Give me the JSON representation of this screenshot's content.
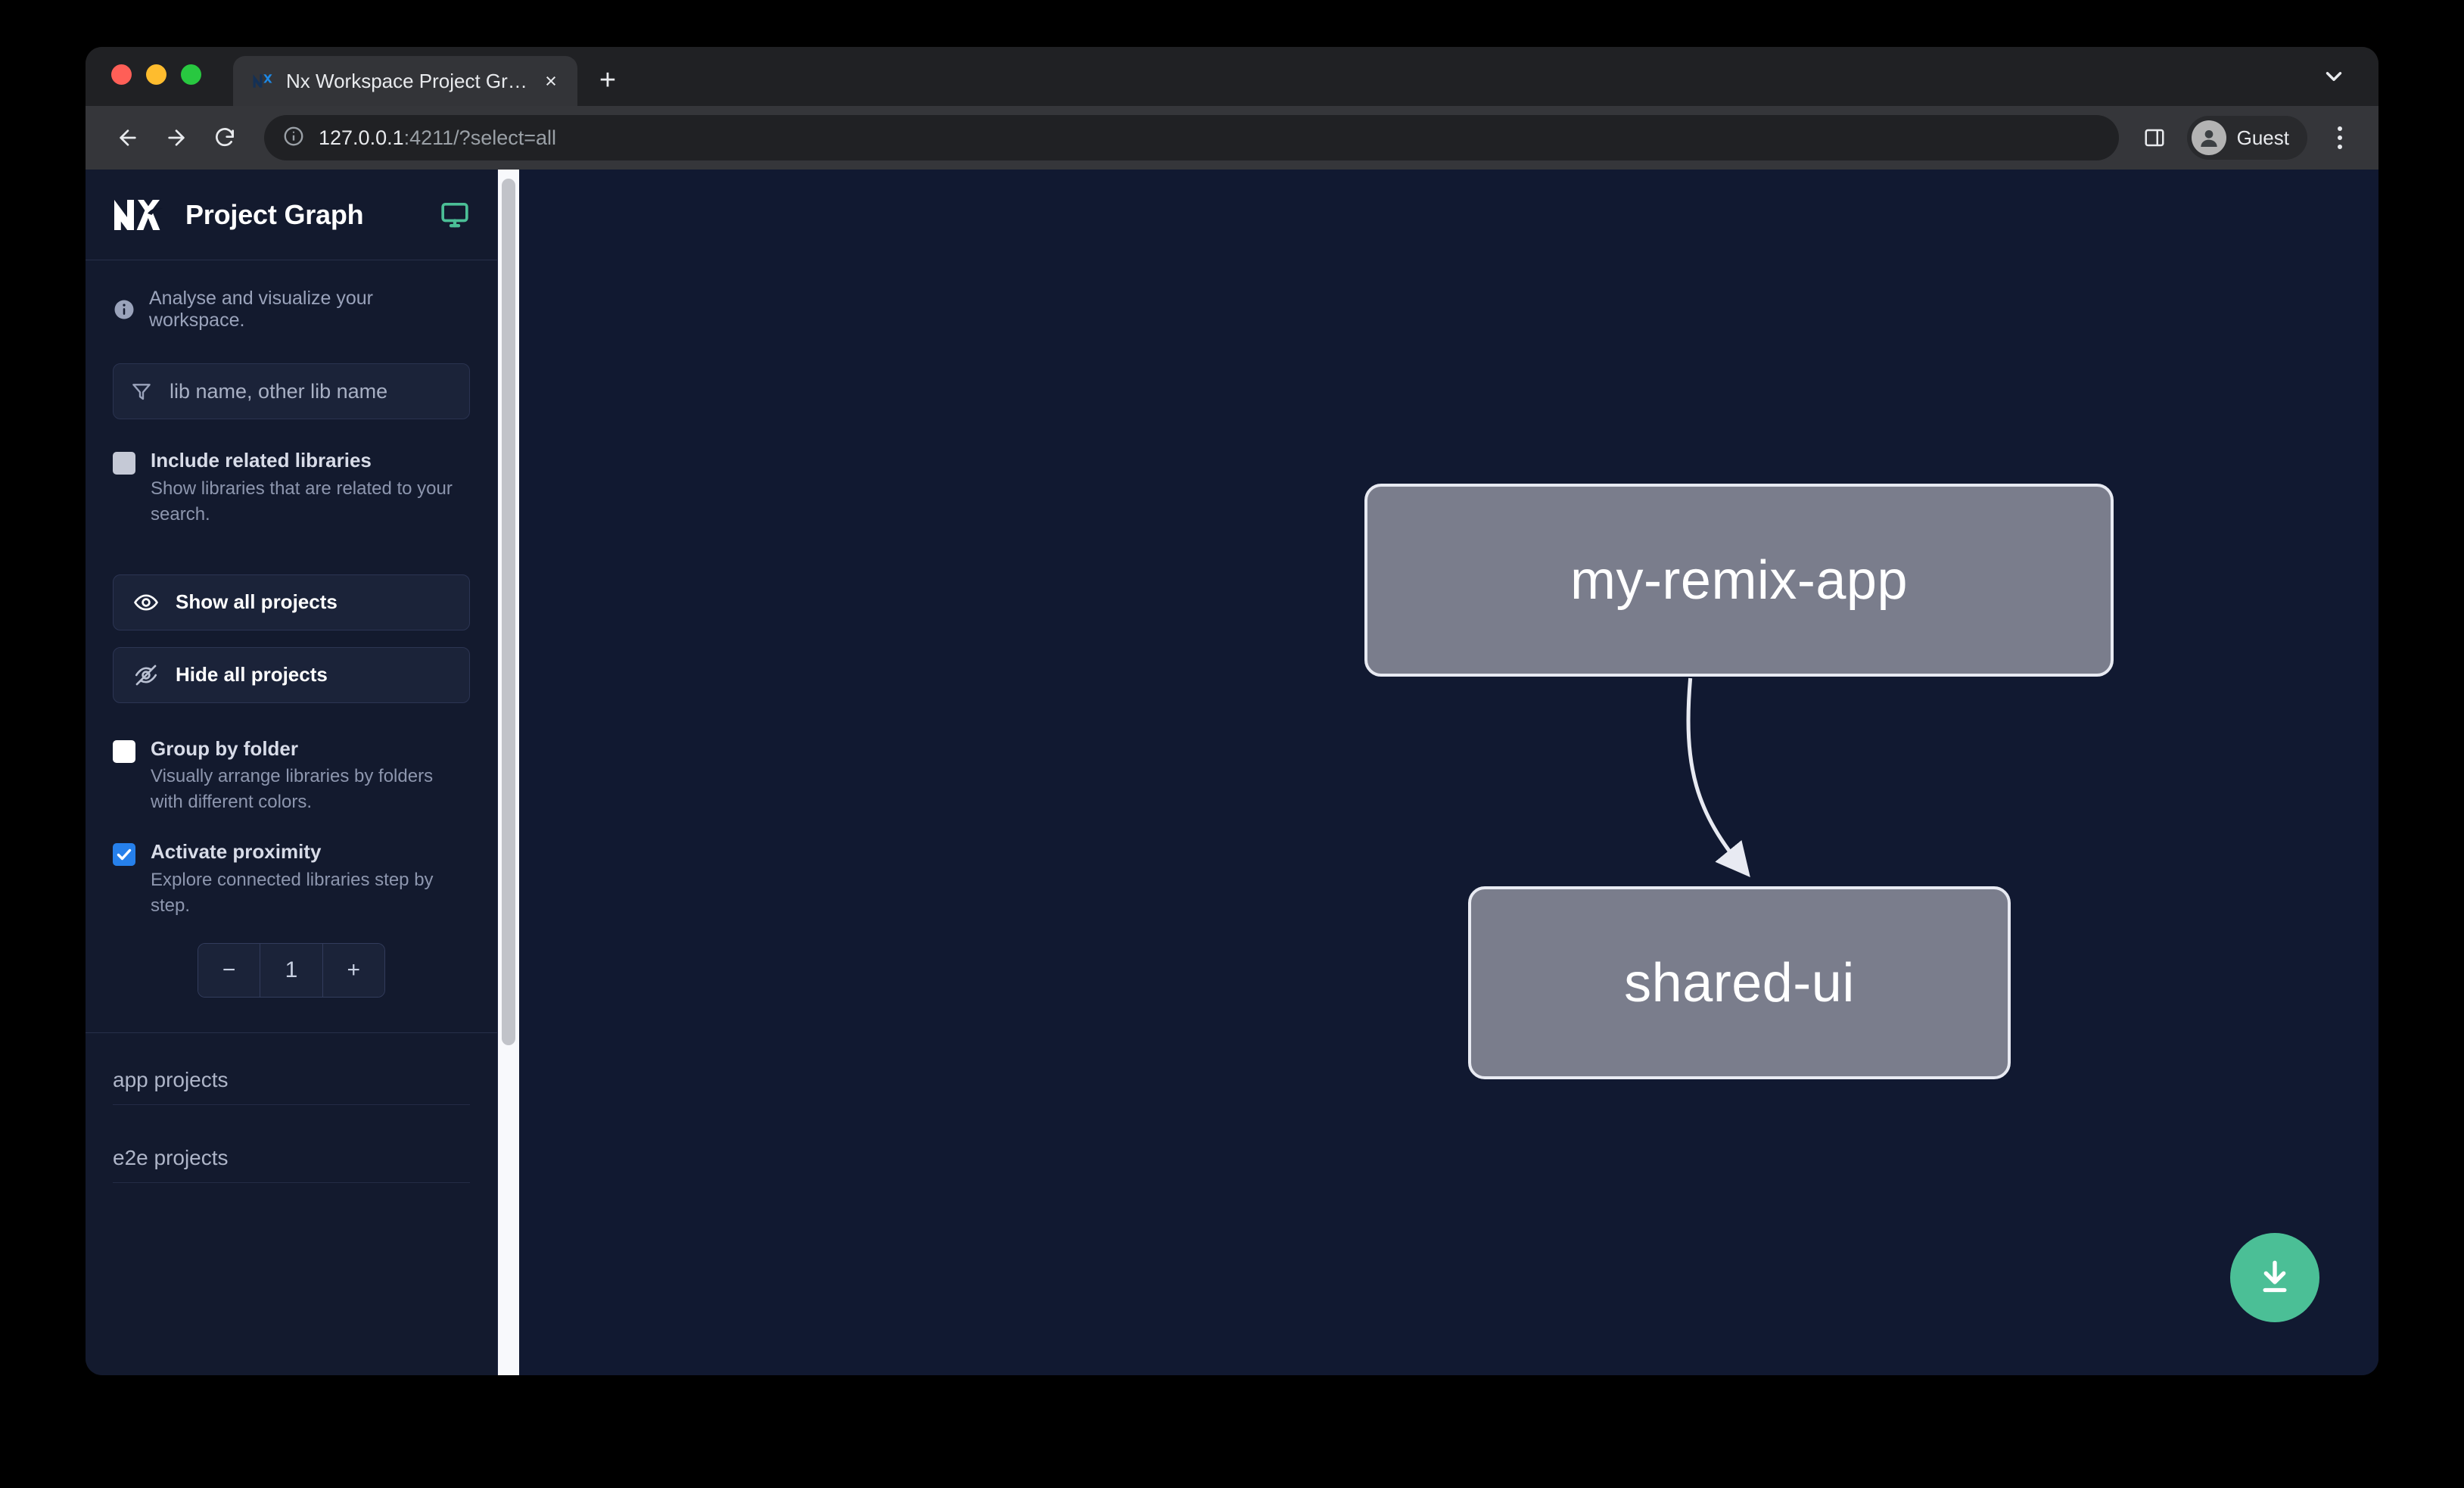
{
  "browser": {
    "tab": {
      "title": "Nx Workspace Project Graph",
      "favicon": "nx-favicon-icon",
      "close": "×"
    },
    "new_tab_label": "+",
    "tabstrip_chevron": "chevron-down-icon",
    "toolbar": {
      "back": "back-arrow-icon",
      "forward": "forward-arrow-icon",
      "reload": "reload-icon",
      "site_info": "info-circle-icon",
      "url_host": "127.0.0.1",
      "url_rest": ":4211/?select=all",
      "url_full": "127.0.0.1:4211/?select=all",
      "side_panel": "side-panel-icon",
      "profile_name": "Guest",
      "menu": "kebab-menu-icon"
    }
  },
  "sidebar": {
    "logo": "nx-logo-icon",
    "title": "Project Graph",
    "monitor_icon": "monitor-icon",
    "hint": {
      "icon": "info-icon",
      "text": "Analyse and visualize your workspace."
    },
    "filter": {
      "icon": "filter-funnel-icon",
      "placeholder": "lib name, other lib name",
      "value": ""
    },
    "options": [
      {
        "id": "include-related-libraries",
        "label": "Include related libraries",
        "description": "Show libraries that are related to your search.",
        "checked": false,
        "style": "grey"
      },
      {
        "id": "group-by-folder",
        "label": "Group by folder",
        "description": "Visually arrange libraries by folders with different colors.",
        "checked": false,
        "style": "white"
      },
      {
        "id": "activate-proximity",
        "label": "Activate proximity",
        "description": "Explore connected libraries step by step.",
        "checked": true,
        "style": "blue"
      }
    ],
    "buttons": {
      "show_all": {
        "label": "Show all projects",
        "icon": "eye-icon"
      },
      "hide_all": {
        "label": "Hide all projects",
        "icon": "eye-off-icon"
      }
    },
    "stepper": {
      "decrement": "−",
      "value": "1",
      "increment": "+"
    },
    "project_groups": [
      {
        "title": "app projects"
      },
      {
        "title": "e2e projects"
      }
    ]
  },
  "graph": {
    "nodes": [
      {
        "id": "my-remix-app",
        "label": "my-remix-app"
      },
      {
        "id": "shared-ui",
        "label": "shared-ui"
      }
    ],
    "edges": [
      {
        "from": "my-remix-app",
        "to": "shared-ui"
      }
    ],
    "download_button": {
      "icon": "download-icon",
      "color": "#4bbf96"
    },
    "colors": {
      "background": "#111931",
      "node_fill": "#7a7d8c",
      "node_border": "#e8eaf2",
      "edge": "#e8eaf2"
    }
  }
}
